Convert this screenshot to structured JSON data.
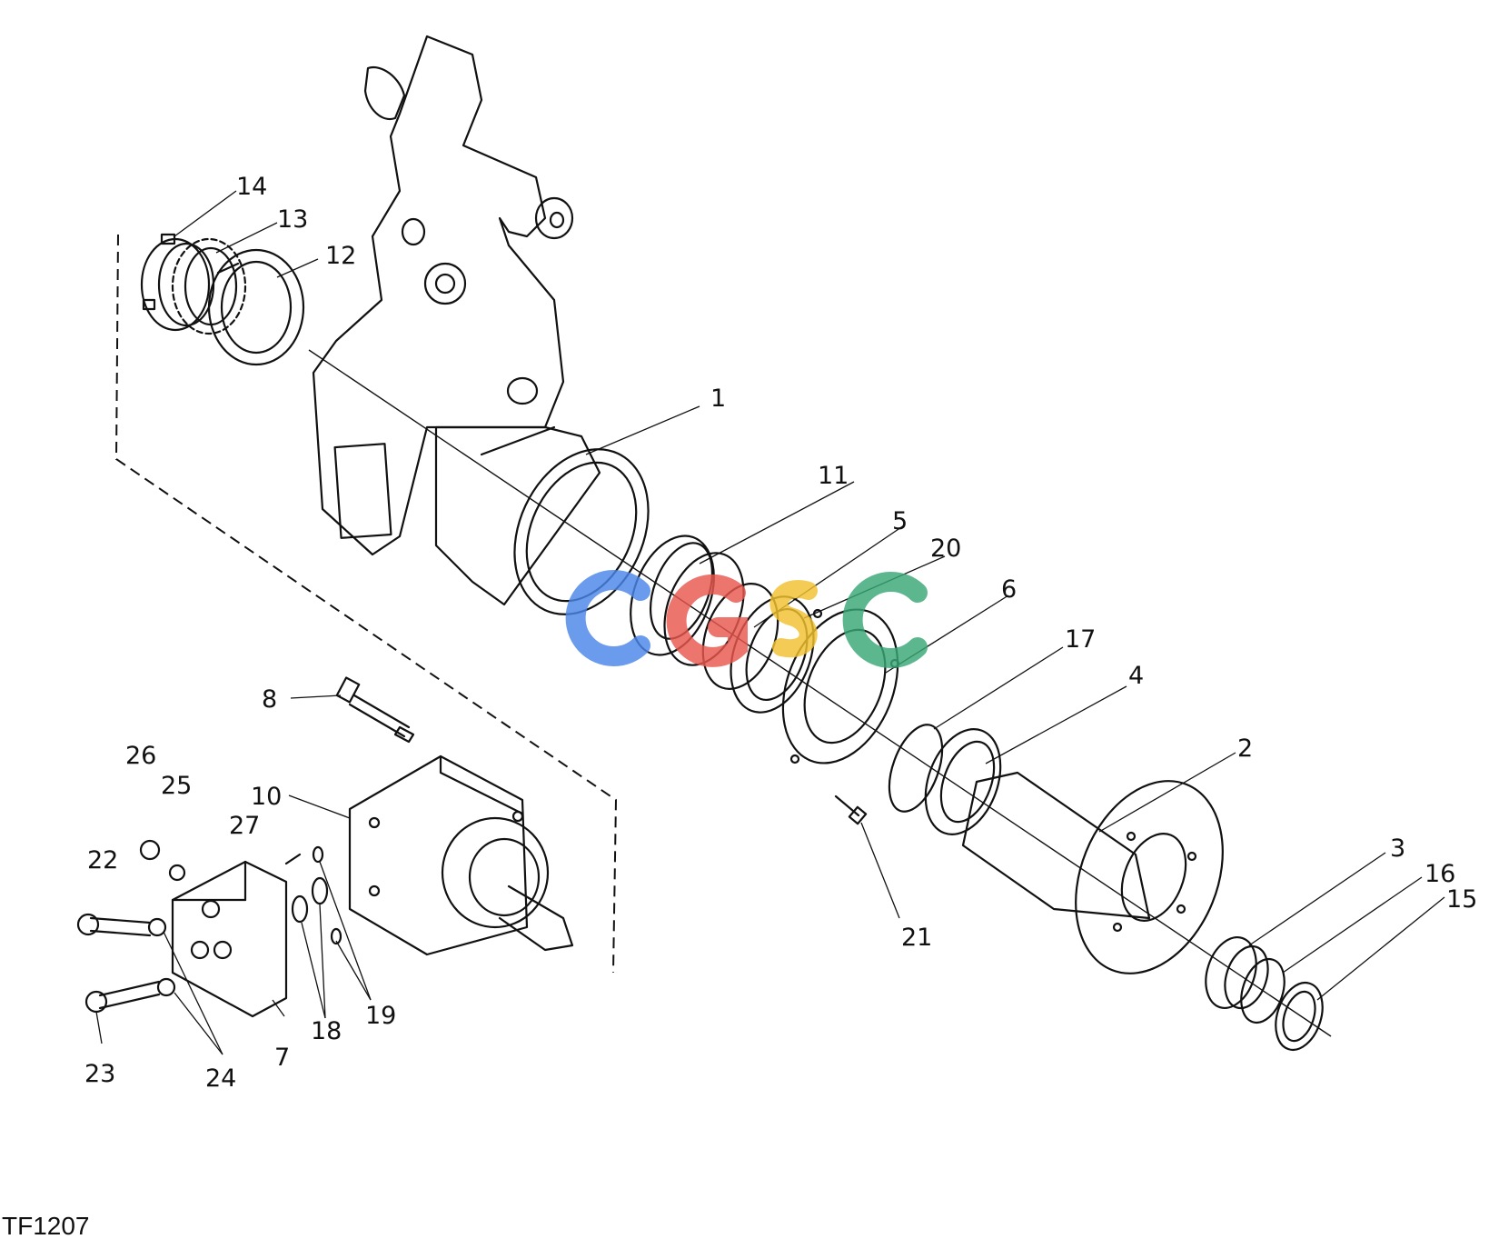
{
  "figure_id": "TF1207",
  "watermark": {
    "text": "CGSC",
    "colors": [
      "#4a86e8",
      "#e8574f",
      "#f2c230",
      "#3aa876"
    ]
  },
  "callouts": [
    {
      "id": "c1",
      "label": "1"
    },
    {
      "id": "c2",
      "label": "2"
    },
    {
      "id": "c3",
      "label": "3"
    },
    {
      "id": "c4",
      "label": "4"
    },
    {
      "id": "c5",
      "label": "5"
    },
    {
      "id": "c6",
      "label": "6"
    },
    {
      "id": "c7",
      "label": "7"
    },
    {
      "id": "c8",
      "label": "8"
    },
    {
      "id": "c10",
      "label": "10"
    },
    {
      "id": "c11",
      "label": "11"
    },
    {
      "id": "c12",
      "label": "12"
    },
    {
      "id": "c13",
      "label": "13"
    },
    {
      "id": "c14",
      "label": "14"
    },
    {
      "id": "c15",
      "label": "15"
    },
    {
      "id": "c16",
      "label": "16"
    },
    {
      "id": "c17",
      "label": "17"
    },
    {
      "id": "c18",
      "label": "18"
    },
    {
      "id": "c19",
      "label": "19"
    },
    {
      "id": "c20",
      "label": "20"
    },
    {
      "id": "c21",
      "label": "21"
    },
    {
      "id": "c22",
      "label": "22"
    },
    {
      "id": "c23",
      "label": "23"
    },
    {
      "id": "c24",
      "label": "24"
    },
    {
      "id": "c25",
      "label": "25"
    },
    {
      "id": "c26",
      "label": "26"
    },
    {
      "id": "c27",
      "label": "27"
    }
  ]
}
